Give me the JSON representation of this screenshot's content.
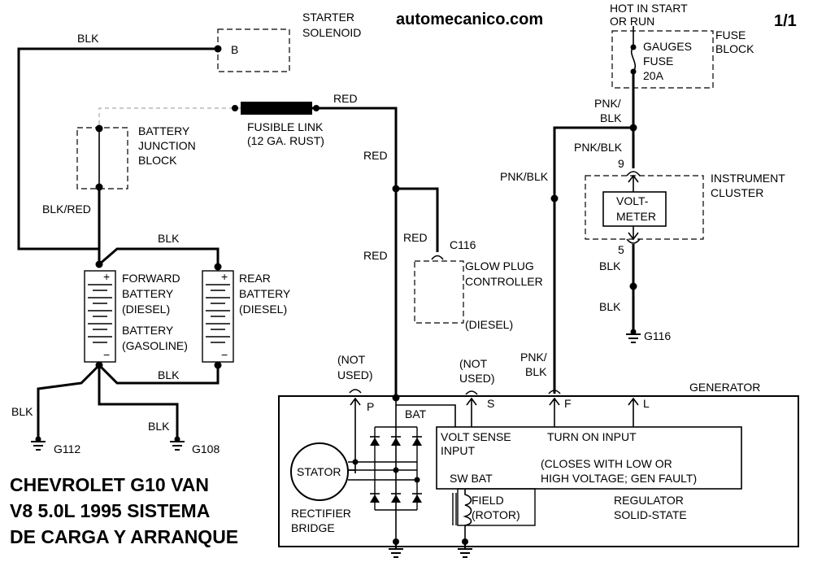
{
  "header": {
    "site": "automecanico.com",
    "page": "1/1",
    "hot_line1": "HOT IN START",
    "hot_line2": "OR RUN"
  },
  "title": {
    "line1": "CHEVROLET G10 VAN",
    "line2": "V8 5.0L 1995 SISTEMA",
    "line3": "DE CARGA Y ARRANQUE"
  },
  "components": {
    "starter_line1": "STARTER",
    "starter_line2": "SOLENOID",
    "starter_terminal": "B",
    "fusible_line1": "FUSIBLE LINK",
    "fusible_line2": "(12 GA. RUST)",
    "junction_line1": "BATTERY",
    "junction_line2": "JUNCTION",
    "junction_line3": "BLOCK",
    "fwd_batt_line1": "FORWARD",
    "fwd_batt_line2": "BATTERY",
    "fwd_batt_line3": "(DIESEL)",
    "fwd_batt_line4": "BATTERY",
    "fwd_batt_line5": "(GASOLINE)",
    "rear_batt_line1": "REAR",
    "rear_batt_line2": "BATTERY",
    "rear_batt_line3": "(DIESEL)",
    "glow_connector": "C116",
    "glow_line1": "GLOW PLUG",
    "glow_line2": "CONTROLLER",
    "glow_line3": "(DIESEL)",
    "fuse_line1": "GAUGES",
    "fuse_line2": "FUSE",
    "fuse_line3": "20A",
    "fuse_block_line1": "FUSE",
    "fuse_block_line2": "BLOCK",
    "cluster_line1": "INSTRUMENT",
    "cluster_line2": "CLUSTER",
    "voltmeter_line1": "VOLT-",
    "voltmeter_line2": "METER",
    "pin_9": "9",
    "pin_5": "5",
    "generator": "GENERATOR",
    "not_used_1a": "(NOT",
    "not_used_1b": "USED)",
    "not_used_2a": "(NOT",
    "not_used_2b": "USED)",
    "term_p": "P",
    "term_s": "S",
    "term_f": "F",
    "term_l": "L",
    "bat": "BAT",
    "volt_sense_1": "VOLT SENSE",
    "volt_sense_2": "INPUT",
    "turn_on": "TURN ON INPUT",
    "closes_1": "(CLOSES WITH LOW OR",
    "closes_2": "HIGH VOLTAGE; GEN FAULT)",
    "sw_bat": "SW BAT",
    "field_1": "FIELD",
    "field_2": "(ROTOR)",
    "stator": "STATOR",
    "rectifier_1": "RECTIFIER",
    "rectifier_2": "BRIDGE",
    "regulator_1": "REGULATOR",
    "regulator_2": "SOLID-STATE"
  },
  "wires": {
    "blk_top": "BLK",
    "blk_red": "BLK/RED",
    "blk_batt_top": "BLK",
    "blk_batt_bottom": "BLK",
    "blk_g112": "BLK",
    "blk_g108": "BLK",
    "red_fusible": "RED",
    "red_1": "RED",
    "red_glow": "RED",
    "red_2": "RED",
    "pnk_blk_a1": "PNK/",
    "pnk_blk_a2": "BLK",
    "pnk_blk_b": "PNK/BLK",
    "pnk_blk_c": "PNK/BLK",
    "pnk_blk_d1": "PNK/",
    "pnk_blk_d2": "BLK",
    "blk_vm1": "BLK",
    "blk_vm2": "BLK"
  },
  "grounds": {
    "g112": "G112",
    "g108": "G108",
    "g116": "G116"
  }
}
